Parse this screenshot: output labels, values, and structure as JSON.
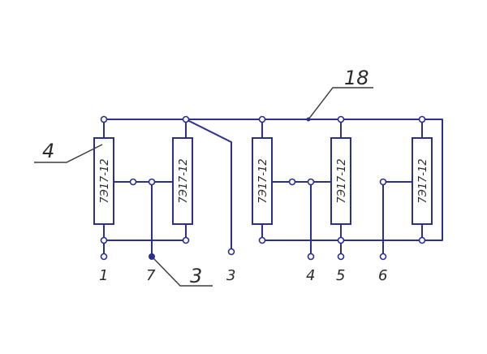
{
  "colors": {
    "wire": "#2b2f8f",
    "leader": "#3a3a3a",
    "text": "#2a2a2a",
    "background": "#ffffff"
  },
  "components": [
    {
      "id": "c1",
      "label": "7Э17-12"
    },
    {
      "id": "c2",
      "label": "7Э17-12"
    },
    {
      "id": "c3",
      "label": "7Э17-12"
    },
    {
      "id": "c4",
      "label": "7Э17-12"
    },
    {
      "id": "c5",
      "label": "7Э17-12"
    }
  ],
  "terminals": [
    "1",
    "7",
    "3",
    "4",
    "5",
    "6"
  ],
  "callouts": {
    "part_4": "4",
    "part_3": "3",
    "part_18": "18"
  }
}
